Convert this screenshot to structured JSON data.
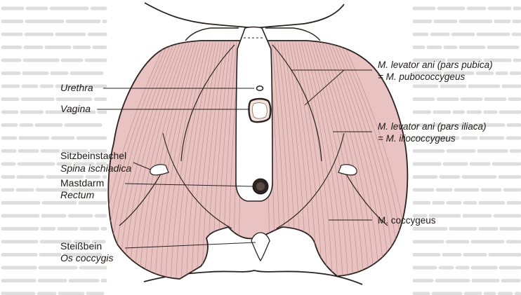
{
  "labels": {
    "urethra": "Urethra",
    "vagina": "Vagina",
    "spine_de": "Sitzbeinstachel",
    "spine_la": "Spina ischiadica",
    "rectum_de": "Mastdarm",
    "rectum_la": "Rectum",
    "coccyx_de": "Steißbein",
    "coccyx_la": "Os coccygis",
    "pubic_1": "M. levator ani (pars pubica)",
    "pubic_2": "= M. pubococcygeus",
    "iliac_1": "M. levator ani (pars iliaca)",
    "iliac_2": "= M. iliococcygeus",
    "coccygeus": "M. coccygeus"
  },
  "colors": {
    "muscle": "#e9c2c2",
    "muscle_dark": "#b98a8a",
    "outline": "#2a2220",
    "bleed_text": "#dcdcdc"
  }
}
